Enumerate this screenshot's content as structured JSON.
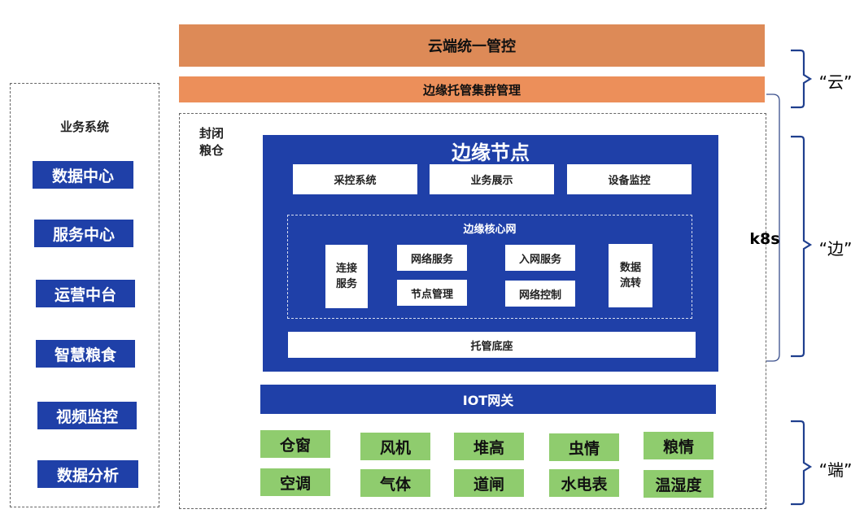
{
  "business_system": {
    "title": "业务系统",
    "items": [
      {
        "label": "数据中心"
      },
      {
        "label": "服务中心"
      },
      {
        "label": "运营中台"
      },
      {
        "label": "智慧粮食"
      },
      {
        "label": "视频监控"
      },
      {
        "label": "数据分析"
      }
    ]
  },
  "cloud_control": "云端统一管控",
  "edge_cluster_management": "边缘托管集群管理",
  "sealed_granary": "封闭粮仓",
  "edge_node": {
    "title": "边缘节点",
    "top_modules": [
      "采控系统",
      "业务展示",
      "设备监控"
    ],
    "core_network": {
      "title": "边缘核心网",
      "connect_service": "连接服务",
      "network_service": "网络服务",
      "node_management": "节点管理",
      "network_access_service": "入网服务",
      "network_control": "网络控制",
      "data_flow": "数据流转"
    },
    "hosting_base": "托管底座"
  },
  "iot_gateway": "IOT网关",
  "devices": [
    "仓窗",
    "风机",
    "堆高",
    "虫情",
    "粮情",
    "空调",
    "气体",
    "道闸",
    "水电表",
    "温湿度"
  ],
  "k8s": "k8s",
  "layers": {
    "cloud": "“云”",
    "edge": "“边”",
    "end": "“端”"
  },
  "colors": {
    "node_blue": "#1f40a8",
    "cloud_orange": "#dd8a57",
    "cluster_orange": "#ec8f5a",
    "device_green": "#8fcc6e"
  }
}
